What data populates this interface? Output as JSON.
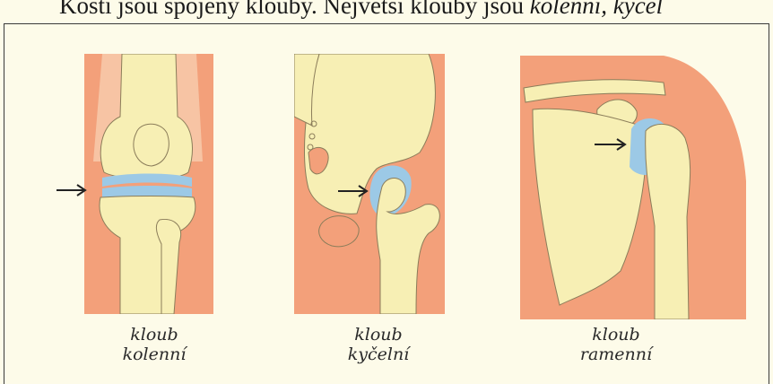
{
  "header": {
    "text_plain": "Kosti jsou spojeny klouby. Největší klouby jsou ",
    "text_italic": "kolenní, kyčel"
  },
  "captions": {
    "knee": [
      "kloub",
      "kolenní"
    ],
    "hip": [
      "kloub",
      "kyčelní"
    ],
    "shoulder": [
      "kloub",
      "ramenní"
    ]
  },
  "colors": {
    "background": "#fdfbe9",
    "flesh": "#f3a07a",
    "bone": "#f7efb4",
    "cartilage": "#9cc9e6",
    "arrow": "#222222"
  }
}
